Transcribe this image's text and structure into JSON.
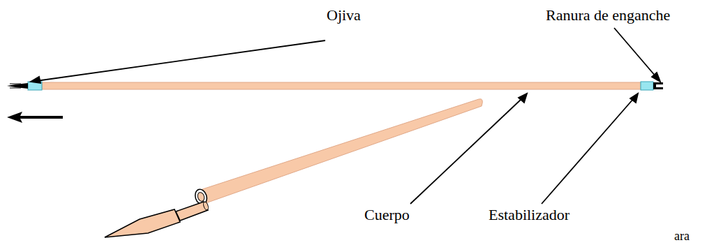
{
  "diagram": {
    "labels": [
      "Ojiva",
      "Ranura de enganche",
      "Cuerpo",
      "Estabilizador",
      "ara"
    ]
  }
}
